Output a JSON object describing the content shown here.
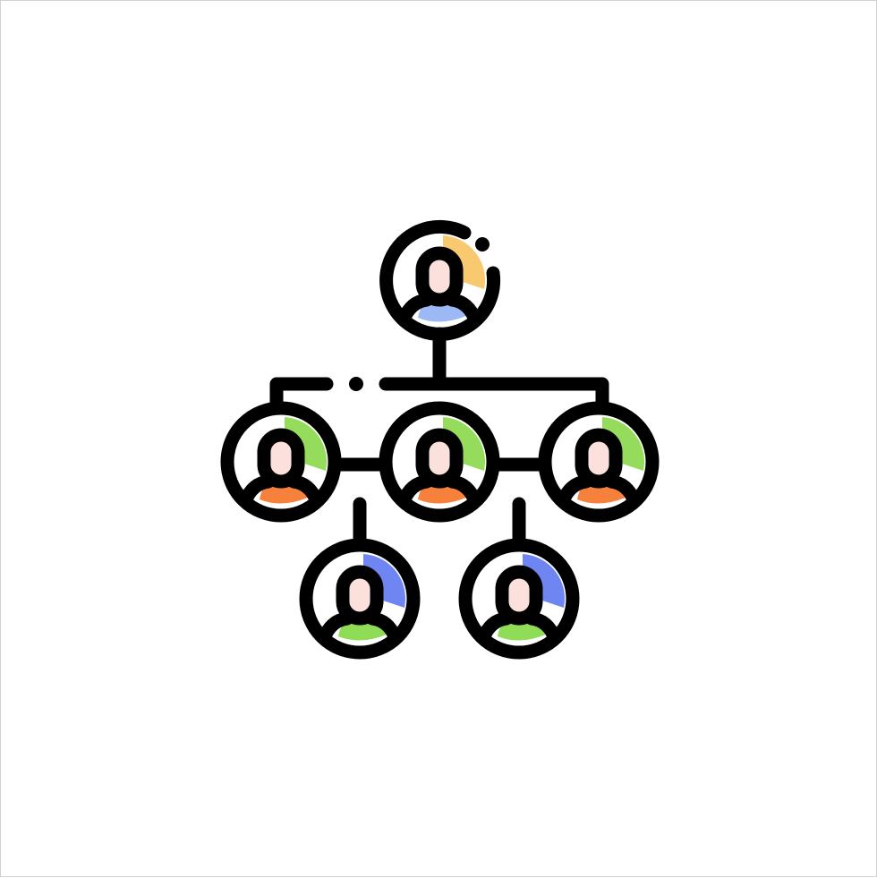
{
  "icon": {
    "name": "organization-hierarchy-icon",
    "stroke_color": "#000000",
    "skin_color": "#fbe0dc",
    "nodes": [
      {
        "id": "top",
        "level": 0,
        "ring_color": "#f9c96f",
        "body_color": "#9db9f5"
      },
      {
        "id": "mid-left",
        "level": 1,
        "ring_color": "#96dc5c",
        "body_color": "#f5813c"
      },
      {
        "id": "mid-center",
        "level": 1,
        "ring_color": "#96dc5c",
        "body_color": "#f5813c"
      },
      {
        "id": "mid-right",
        "level": 1,
        "ring_color": "#96dc5c",
        "body_color": "#f5813c"
      },
      {
        "id": "bottom-left",
        "level": 2,
        "ring_color": "#6f86f2",
        "body_color": "#8fdc57"
      },
      {
        "id": "bottom-right",
        "level": 2,
        "ring_color": "#6f86f2",
        "body_color": "#8fdc57"
      }
    ]
  }
}
